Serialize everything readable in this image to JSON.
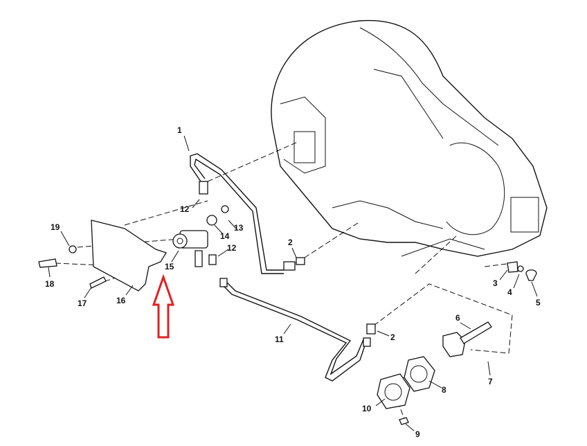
{
  "diagram": {
    "callouts": [
      "1",
      "12",
      "13",
      "14",
      "12",
      "2",
      "19",
      "18",
      "17",
      "16",
      "15",
      "11",
      "2",
      "6",
      "7",
      "8",
      "10",
      "9",
      "3",
      "4",
      "5"
    ],
    "highlight_color": "#e02020",
    "highlighted_item": "15"
  }
}
